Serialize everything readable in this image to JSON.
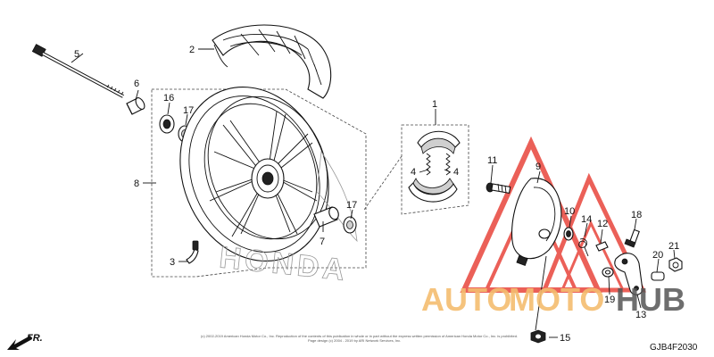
{
  "diagram": {
    "code": "GJB4F2030",
    "copyright_lines": [
      "(c) 2002-2019 American Honda Motor Co., Inc. Reproduction of the contents of this publication in whole or in part without the express written permission of American Honda Motor Co., Inc. is prohibited.",
      "Page design (c) 2004 - 2019 by ARI Network Services, Inc."
    ],
    "direction_label": "FR.",
    "parts": [
      {
        "num": "1"
      },
      {
        "num": "2"
      },
      {
        "num": "3"
      },
      {
        "num": "4"
      },
      {
        "num": "4"
      },
      {
        "num": "5"
      },
      {
        "num": "6"
      },
      {
        "num": "7"
      },
      {
        "num": "8"
      },
      {
        "num": "9"
      },
      {
        "num": "10"
      },
      {
        "num": "11"
      },
      {
        "num": "12"
      },
      {
        "num": "13"
      },
      {
        "num": "14"
      },
      {
        "num": "15"
      },
      {
        "num": "16"
      },
      {
        "num": "17"
      },
      {
        "num": "17"
      },
      {
        "num": "18"
      },
      {
        "num": "19"
      },
      {
        "num": "20"
      },
      {
        "num": "21"
      }
    ]
  },
  "watermark": {
    "part1": "AUTO",
    "part2": "MOTO",
    "part3": "HUB",
    "color_triangle": "#e8453c",
    "color_text": "#f4bd70",
    "color_hub": "#555555"
  },
  "wheel_logo_text": "HONDA"
}
